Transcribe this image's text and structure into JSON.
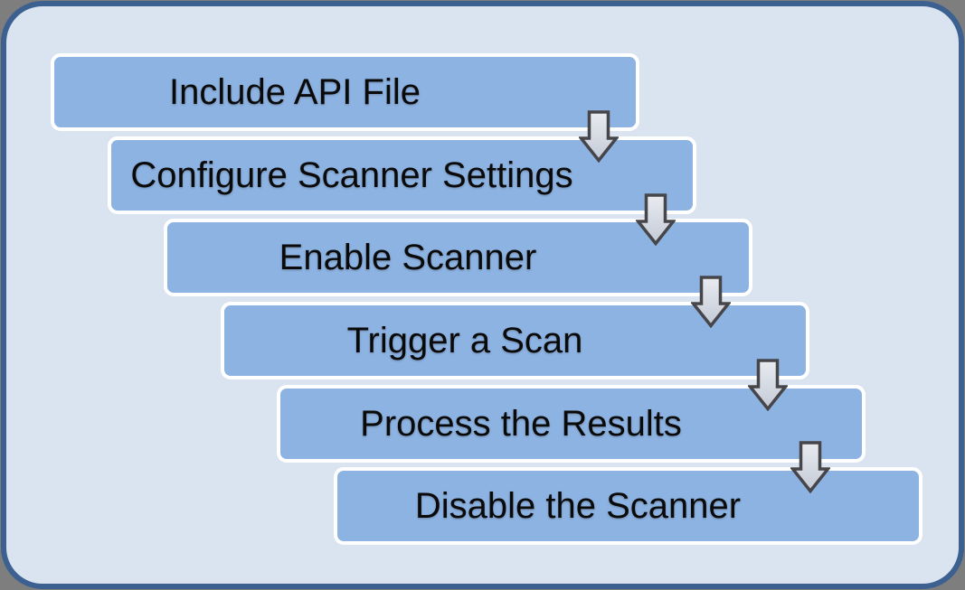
{
  "diagram": {
    "type": "step-down-process",
    "steps": [
      {
        "label": "Include API File"
      },
      {
        "label": "Configure Scanner Settings"
      },
      {
        "label": "Enable Scanner"
      },
      {
        "label": "Trigger a Scan"
      },
      {
        "label": "Process the Results"
      },
      {
        "label": "Disable the Scanner"
      }
    ],
    "connector_icon": "down-arrow-icon",
    "colors": {
      "outside_background": "#7E7E7E",
      "panel_fill": "#DAE3F0",
      "panel_border": "#3C608F",
      "step_fill": "#8DB3E2",
      "step_border": "#FFFFFF",
      "step_text": "#0A0A0A",
      "arrow_fill_top": "#E8EAEF",
      "arrow_fill_bottom": "#C6CBD7",
      "arrow_outline": "#46464A"
    }
  }
}
